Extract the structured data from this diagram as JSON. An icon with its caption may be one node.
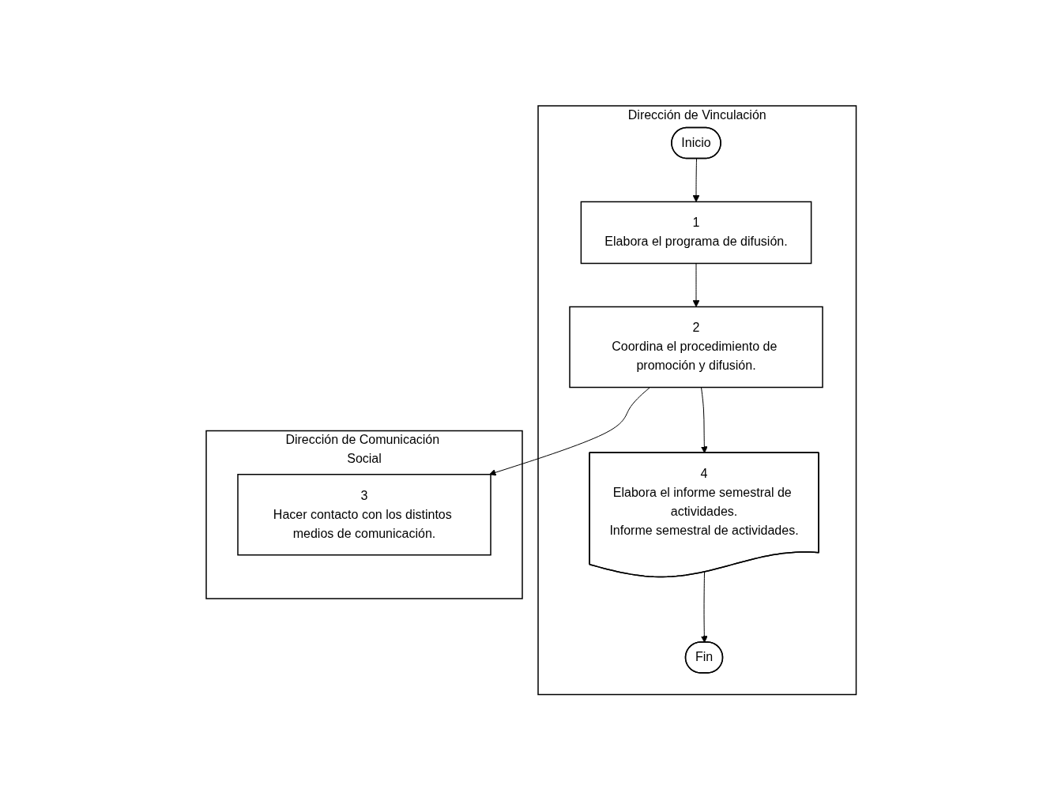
{
  "diagram": {
    "nodes": [
      {
        "text": [
          "Dirección de Vinculación"
        ]
      },
      {
        "text": [
          "Dirección de Comunicación Social"
        ]
      },
      {
        "text": [
          "Inicio"
        ],
        "in": 0
      },
      {
        "text": [
          "1",
          "Elabora el programa de difusión."
        ],
        "in": 0
      },
      {
        "text": [
          "2",
          "Coordina el procedimiento de promoción y difusión."
        ],
        "in": 0
      },
      {
        "text": [
          "3",
          "Hacer contacto con los distintos medios de comunicación."
        ],
        "in": 1
      },
      {
        "text": [
          "4",
          "Elabora el informe semestral de actividades.",
          "Informe semestral de actividades."
        ],
        "in": 0
      },
      {
        "text": [
          "Fin"
        ],
        "in": 0
      }
    ],
    "edges": [
      {
        "from": 2,
        "to": 3,
        "arrow": "to"
      },
      {
        "from": 3,
        "to": 4,
        "arrow": "to"
      },
      {
        "from": 4,
        "to": 5,
        "arrow": "to"
      },
      {
        "from": 4,
        "to": 6,
        "arrow": "to"
      },
      {
        "from": 6,
        "to": 7,
        "arrow": "to"
      }
    ]
  }
}
